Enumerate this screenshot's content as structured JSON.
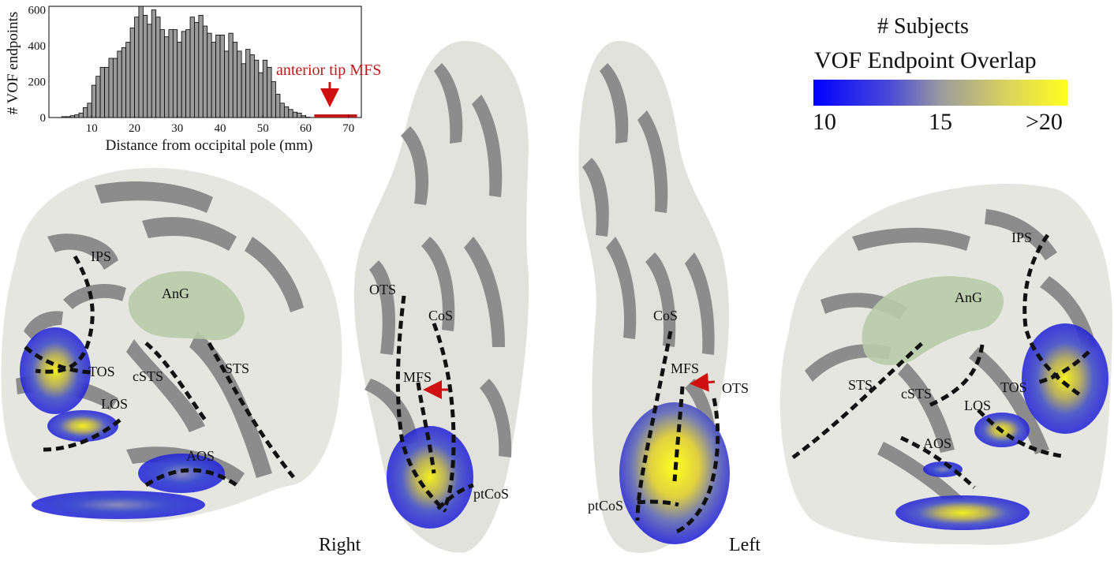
{
  "chart_data": {
    "type": "bar",
    "xlabel": "Distance from occipital pole (mm)",
    "ylabel": "# VOF endpoints",
    "xlim": [
      0,
      73
    ],
    "ylim": [
      0,
      620
    ],
    "xticks": [
      "10",
      "20",
      "30",
      "40",
      "50",
      "60",
      "70"
    ],
    "yticks": [
      "0",
      "200",
      "400",
      "600"
    ],
    "bin_starts": [
      3,
      4,
      5,
      6,
      7,
      8,
      9,
      10,
      11,
      12,
      13,
      14,
      15,
      16,
      17,
      18,
      19,
      20,
      21,
      22,
      23,
      24,
      25,
      26,
      27,
      28,
      29,
      30,
      31,
      32,
      33,
      34,
      35,
      36,
      37,
      38,
      39,
      40,
      41,
      42,
      43,
      44,
      45,
      46,
      47,
      48,
      49,
      50,
      51,
      52,
      53,
      54,
      55,
      56,
      57,
      58,
      59,
      60,
      61,
      62,
      63,
      64,
      65,
      66,
      67,
      68,
      69,
      70,
      71
    ],
    "values": [
      5,
      5,
      10,
      15,
      25,
      55,
      80,
      180,
      230,
      280,
      280,
      330,
      330,
      370,
      390,
      420,
      500,
      560,
      620,
      570,
      520,
      600,
      560,
      490,
      450,
      490,
      490,
      420,
      480,
      490,
      560,
      530,
      570,
      510,
      470,
      420,
      460,
      460,
      370,
      470,
      420,
      370,
      300,
      380,
      350,
      320,
      250,
      320,
      280,
      200,
      130,
      80,
      60,
      45,
      30,
      25,
      10,
      2,
      0,
      0,
      0,
      0,
      0,
      0,
      0,
      0,
      0,
      0,
      0
    ],
    "marked_range": [
      62,
      72
    ],
    "annotation": "anterior tip MFS"
  },
  "legend": {
    "title_line1": "# Subjects",
    "title_line2": "VOF Endpoint Overlap",
    "ticks": [
      "10",
      "15",
      ">20"
    ],
    "colors": [
      "#0000ff",
      "#9a9a9a",
      "#ffff20"
    ]
  },
  "labels": {
    "right_lateral": {
      "ips": "IPS",
      "ang": "AnG",
      "tos": "TOS",
      "csts": "cSTS",
      "sts": "STS",
      "los": "LOS",
      "aos": "AOS"
    },
    "right_ventral": {
      "ots": "OTS",
      "cos": "CoS",
      "mfs": "MFS",
      "ptcos": "ptCoS"
    },
    "left_ventral": {
      "cos": "CoS",
      "mfs": "MFS",
      "ots": "OTS",
      "ptcos": "ptCoS"
    },
    "left_lateral": {
      "ips": "IPS",
      "ang": "AnG",
      "sts": "STS",
      "csts": "cSTS",
      "tos": "TOS",
      "los": "LOS",
      "aos": "AOS"
    },
    "hemisphere_right": "Right",
    "hemisphere_left": "Left"
  }
}
